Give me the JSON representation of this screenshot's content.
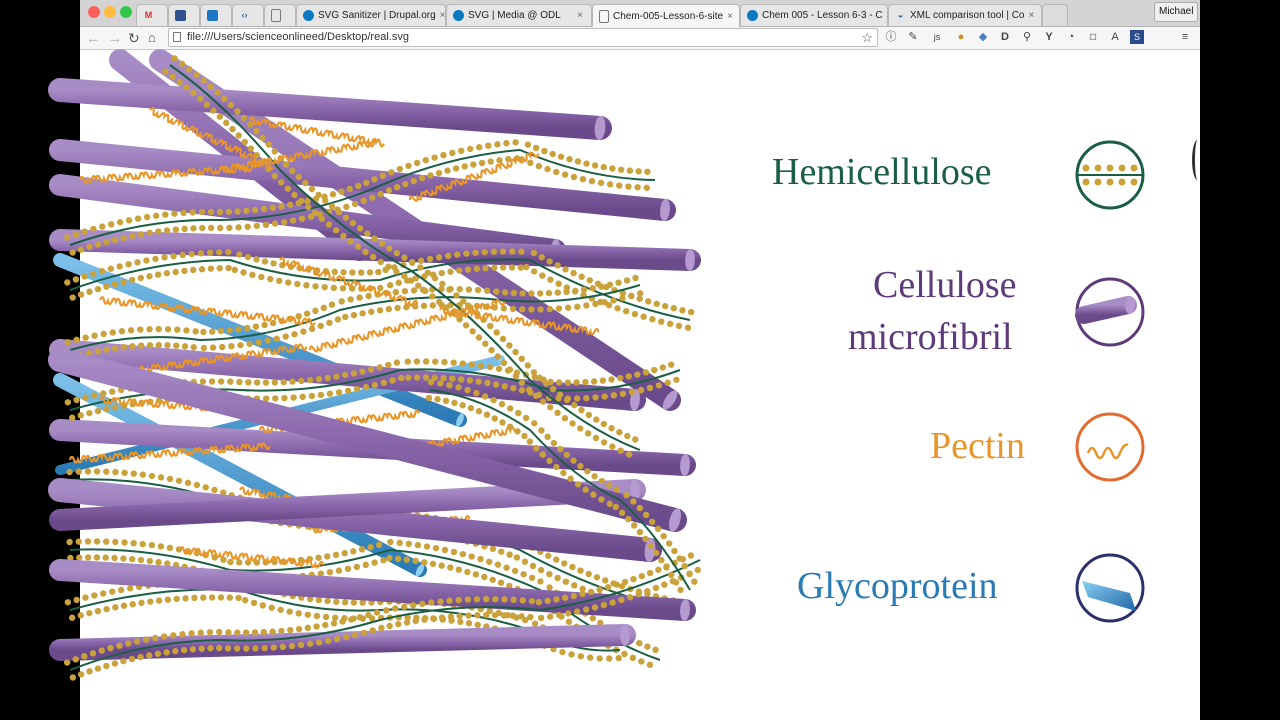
{
  "browser": {
    "tabs": [
      {
        "title": "",
        "icon": "gmail-icon"
      },
      {
        "title": "",
        "icon": "app-icon"
      },
      {
        "title": "",
        "icon": "blue-square-icon"
      },
      {
        "title": "",
        "icon": "code-icon"
      },
      {
        "title": "",
        "icon": "page-icon"
      },
      {
        "title": "SVG Sanitizer | Drupal.org",
        "icon": "drupal-icon"
      },
      {
        "title": "SVG | Media @ ODL",
        "icon": "drupal-icon"
      },
      {
        "title": "Chem-005-Lesson-6-site",
        "icon": "page-icon",
        "active": true
      },
      {
        "title": "Chem 005 - Lesson 6-3 - C",
        "icon": "drupal-icon"
      },
      {
        "title": "XML comparison tool | Co",
        "icon": "globe-icon"
      }
    ],
    "profile_name": "Michael",
    "url": "file:///Users/scienceonlineed/Desktop/real.svg"
  },
  "legend": {
    "hemicellulose": "Hemicellulose",
    "cellulose_line1": "Cellulose",
    "cellulose_line2": "microfibril",
    "pectin": "Pectin",
    "glycoprotein": "Glycoprotein"
  },
  "colors": {
    "hemicellulose": "#1a5e44",
    "cellulose": "#5e3a7a",
    "pectin": "#e8962a",
    "glycoprotein": "#2a7ab5",
    "dots": "#c9a23c",
    "rod": "#8d6aae"
  }
}
